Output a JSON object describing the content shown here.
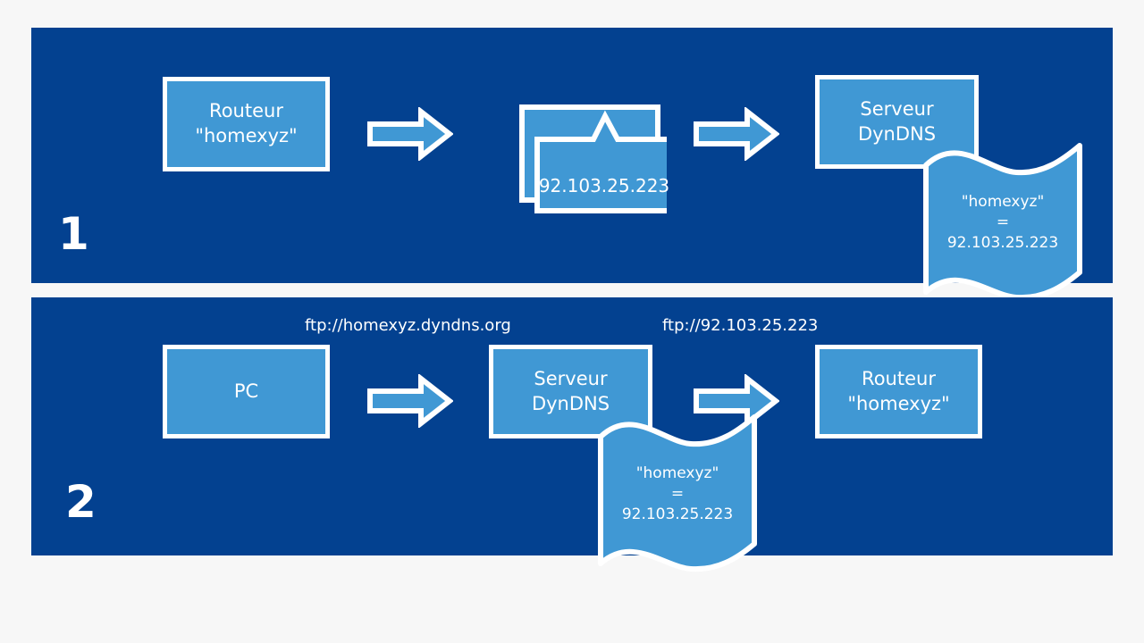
{
  "page": {
    "background_color": "#f7f7f7",
    "panel_color": "#034190",
    "node_fill_color": "#4098d4",
    "outline_color": "#ffffff"
  },
  "steps": [
    {
      "number": "1",
      "nodes": {
        "router": {
          "line1": "Routeur",
          "line2": "\"homexyz\""
        },
        "packet": {
          "label": "92.103.25.223"
        },
        "server": {
          "line1": "Serveur",
          "line2": "DynDNS"
        },
        "record": {
          "line1": "\"homexyz\"",
          "line2": "=",
          "line3": "92.103.25.223"
        }
      }
    },
    {
      "number": "2",
      "captions": {
        "left_url": "ftp://homexyz.dyndns.org",
        "right_url": "ftp://92.103.25.223"
      },
      "nodes": {
        "pc": {
          "label": "PC"
        },
        "server": {
          "line1": "Serveur",
          "line2": "DynDNS"
        },
        "router": {
          "line1": "Routeur",
          "line2": "\"homexyz\""
        },
        "record": {
          "line1": "\"homexyz\"",
          "line2": "=",
          "line3": "92.103.25.223"
        }
      }
    }
  ]
}
